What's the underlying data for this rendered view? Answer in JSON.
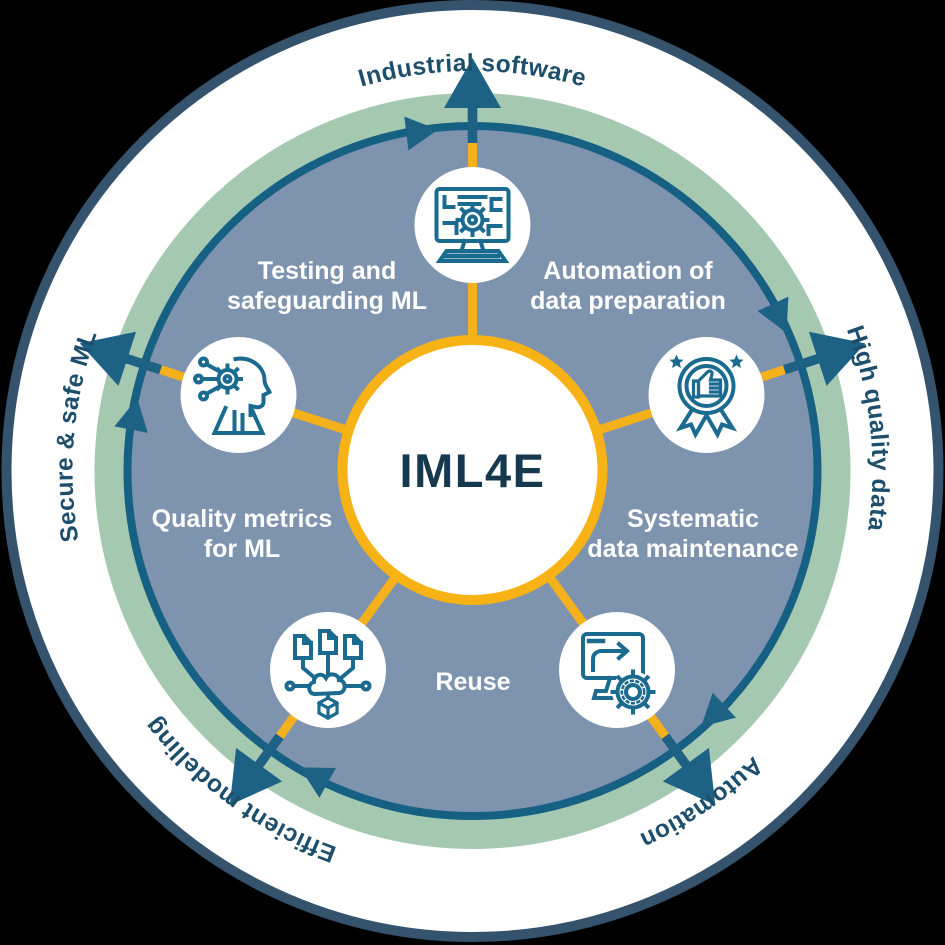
{
  "center": {
    "label": "IML4E"
  },
  "ring_labels": [
    {
      "id": "industrial-software",
      "label": "Industrial software",
      "position": "top"
    },
    {
      "id": "high-quality-data",
      "label": "High quality data",
      "position": "right"
    },
    {
      "id": "automation",
      "label": "Automation",
      "position": "bottom-right"
    },
    {
      "id": "efficient-modelling",
      "label": "Efficient modelling",
      "position": "bottom-left"
    },
    {
      "id": "secure-safe-ml",
      "label": "Secure & safe ML",
      "position": "left"
    }
  ],
  "inner_labels": [
    {
      "line1": "Testing and",
      "line2": "safeguarding ML"
    },
    {
      "line1": "Automation of",
      "line2": "data preparation"
    },
    {
      "line1": "Quality metrics",
      "line2": "for ML"
    },
    {
      "line1": "Systematic",
      "line2": "data maintenance"
    },
    {
      "line1": "Reuse",
      "line2": ""
    }
  ],
  "icons": [
    {
      "name": "industrial-software-monitor-icon",
      "depicts": "desktop monitor with gear and keyboard"
    },
    {
      "name": "quality-badge-thumbs-up-icon",
      "depicts": "award medal with thumbs up, stars and ribbon"
    },
    {
      "name": "automation-process-gear-icon",
      "depicts": "monitor with flow arrow and gear"
    },
    {
      "name": "documents-network-icon",
      "depicts": "documents linked to cloud and cube"
    },
    {
      "name": "ai-head-gear-icon",
      "depicts": "human head profile with gear brain and circuit nodes"
    }
  ],
  "colors": {
    "background": "#000000",
    "outer_ring": "#35536D",
    "white_ring": "#FFFFFF",
    "green_ring": "#A5C8B1",
    "inner_ring": "#156083",
    "inner_fill": "#7E93AE",
    "spoke_yellow": "#F5B11C",
    "center_border": "#F7B315",
    "arrow_blue": "#1D6185",
    "icon_stroke": "#1B6A8F",
    "ring_text": "#1D4E6B",
    "center_text": "#16394F",
    "inner_text": "#FFFFFF"
  }
}
